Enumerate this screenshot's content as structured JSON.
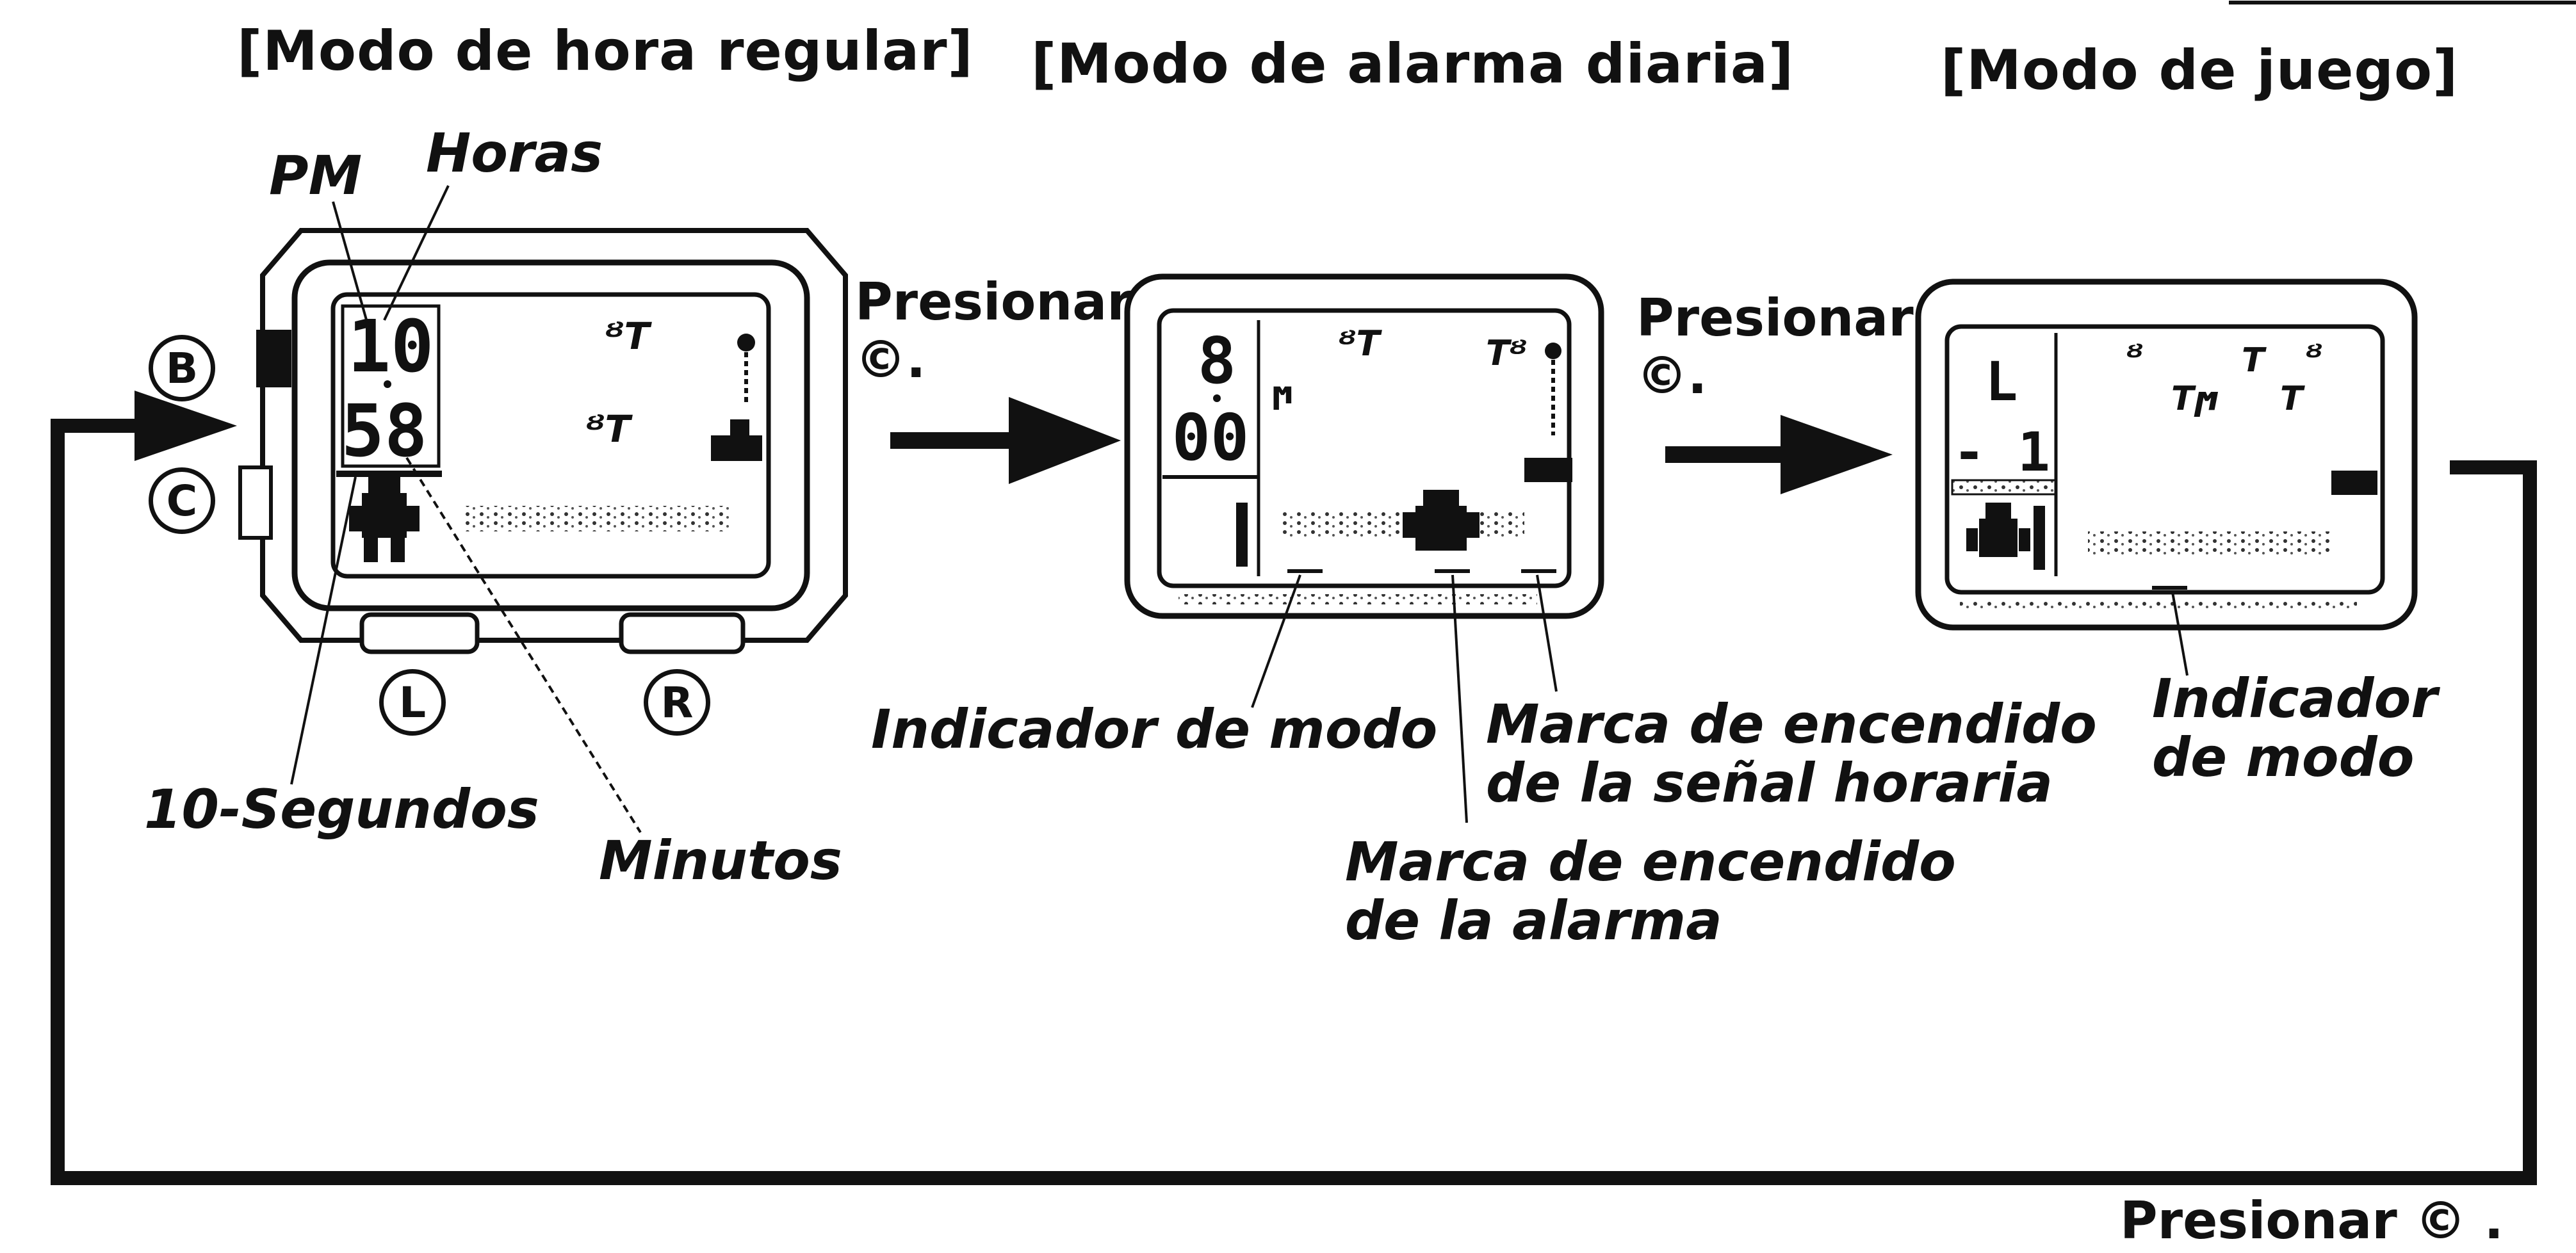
{
  "modes": [
    {
      "title": "[Modo de hora regular]"
    },
    {
      "title": "[Modo de alarma diaria]"
    },
    {
      "title": "[Modo de juego]"
    }
  ],
  "watch1": {
    "hours": "10",
    "minutes": "58",
    "buttons": {
      "B": "B",
      "C": "C",
      "L": "L",
      "R": "R"
    },
    "labels": {
      "pm": "PM",
      "hours": "Horas",
      "ten_seconds": "10-Segundos",
      "minutes": "Minutos"
    }
  },
  "watch2": {
    "hours": "8",
    "minutes": "00",
    "labels": {
      "mode_indicator": "Indicador de modo",
      "chime_mark": "Marca de encendido\nde la señal horaria",
      "alarm_mark": "Marca de encendido\nde la alarma"
    }
  },
  "watch3": {
    "top": "L",
    "bottom": "- 1",
    "labels": {
      "mode_indicator": "Indicador\nde modo"
    }
  },
  "press": {
    "first_line1": "Presionar",
    "first_line2": "©.",
    "second_line1": "Presionar",
    "second_line2": "©.",
    "loop": "Presionar © ."
  }
}
